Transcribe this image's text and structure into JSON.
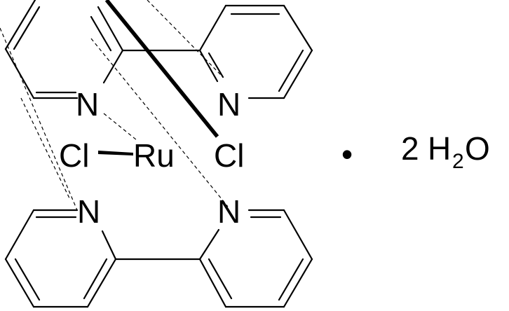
{
  "molecule": {
    "metal": "Ru",
    "chloride_left": "Cl",
    "chloride_right": "Cl",
    "nitrogen_label": "N"
  },
  "hydrate": {
    "dot": "•",
    "coefficient": "2",
    "water_h": "H",
    "water_sub": "2",
    "water_o": "O"
  }
}
